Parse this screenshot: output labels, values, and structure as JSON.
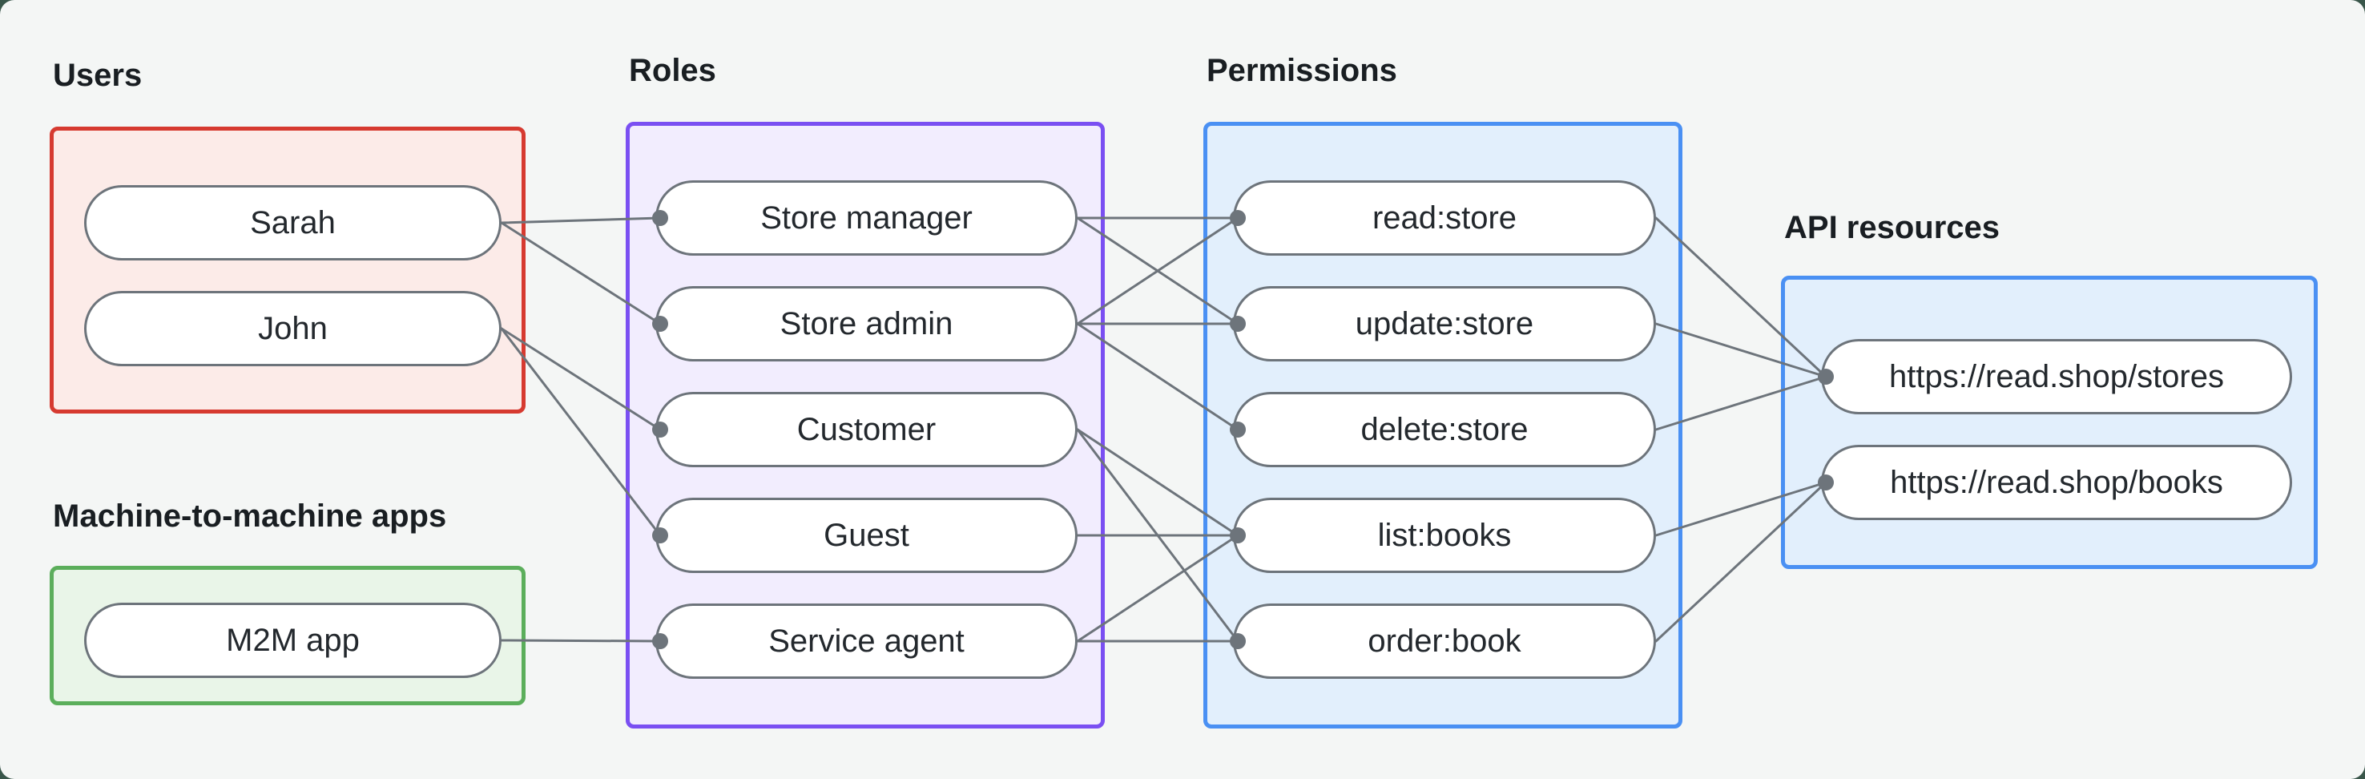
{
  "colors": {
    "canvas_bg": "#f4f6f5",
    "outer_bg": "#39564a",
    "connector": "#6d747b",
    "pill_border": "#6d747b",
    "pill_fill": "#ffffff",
    "users_border": "#d63a30",
    "users_fill": "#fcebe8",
    "m2m_border": "#5bae5b",
    "m2m_fill": "#e9f5e8",
    "roles_border": "#7a4ff2",
    "roles_fill": "#f2edfe",
    "permissions_border": "#4a90f3",
    "permissions_fill": "#e2effc",
    "api_border": "#4a90f3",
    "api_fill": "#e2effc"
  },
  "groups": [
    {
      "key": "users",
      "label": "Users",
      "border": "#d63a30",
      "fill": "#fcebe8",
      "nodes": [
        {
          "key": "sarah",
          "label": "Sarah"
        },
        {
          "key": "john",
          "label": "John"
        }
      ]
    },
    {
      "key": "m2m",
      "label": "Machine-to-machine apps",
      "border": "#5bae5b",
      "fill": "#e9f5e8",
      "nodes": [
        {
          "key": "m2m-app",
          "label": "M2M app"
        }
      ]
    },
    {
      "key": "roles",
      "label": "Roles",
      "border": "#7a4ff2",
      "fill": "#f2edfe",
      "nodes": [
        {
          "key": "store-manager",
          "label": "Store manager"
        },
        {
          "key": "store-admin",
          "label": "Store admin"
        },
        {
          "key": "customer",
          "label": "Customer"
        },
        {
          "key": "guest",
          "label": "Guest"
        },
        {
          "key": "service-agent",
          "label": "Service agent"
        }
      ]
    },
    {
      "key": "permissions",
      "label": "Permissions",
      "border": "#4a90f3",
      "fill": "#e2effc",
      "nodes": [
        {
          "key": "read-store",
          "label": "read:store"
        },
        {
          "key": "update-store",
          "label": "update:store"
        },
        {
          "key": "delete-store",
          "label": "delete:store"
        },
        {
          "key": "list-books",
          "label": "list:books"
        },
        {
          "key": "order-book",
          "label": "order:book"
        }
      ]
    },
    {
      "key": "api",
      "label": "API resources",
      "border": "#4a90f3",
      "fill": "#e2effc",
      "nodes": [
        {
          "key": "stores",
          "label": "https://read.shop/stores"
        },
        {
          "key": "books",
          "label": "https://read.shop/books"
        }
      ]
    }
  ],
  "edges": [
    [
      "sarah",
      "store-manager"
    ],
    [
      "sarah",
      "store-admin"
    ],
    [
      "john",
      "customer"
    ],
    [
      "john",
      "guest"
    ],
    [
      "m2m-app",
      "service-agent"
    ],
    [
      "store-manager",
      "read-store"
    ],
    [
      "store-manager",
      "update-store"
    ],
    [
      "store-admin",
      "read-store"
    ],
    [
      "store-admin",
      "update-store"
    ],
    [
      "store-admin",
      "delete-store"
    ],
    [
      "customer",
      "list-books"
    ],
    [
      "customer",
      "order-book"
    ],
    [
      "guest",
      "list-books"
    ],
    [
      "service-agent",
      "list-books"
    ],
    [
      "service-agent",
      "order-book"
    ],
    [
      "read-store",
      "stores"
    ],
    [
      "update-store",
      "stores"
    ],
    [
      "delete-store",
      "stores"
    ],
    [
      "list-books",
      "books"
    ],
    [
      "order-book",
      "books"
    ]
  ],
  "edge_style": {
    "stroke_width": 3,
    "dot_radius": 10,
    "dot_inset": 6
  }
}
